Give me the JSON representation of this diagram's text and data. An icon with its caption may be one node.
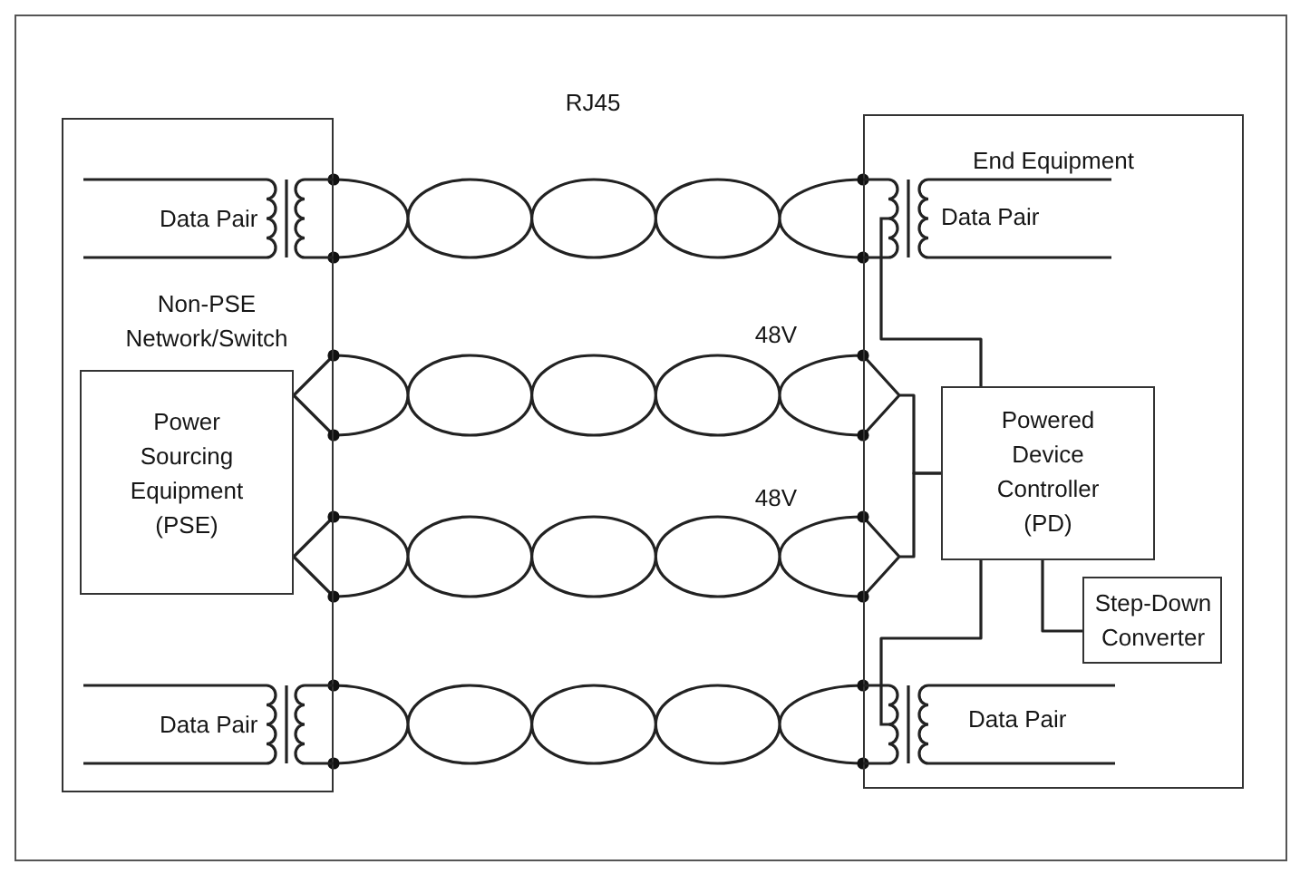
{
  "diagram": {
    "nodes": [
      {
        "text": [
          "Non-PSE Network/Switch"
        ]
      },
      {
        "text": [
          "Data Pair"
        ],
        "in": 0
      },
      {
        "text": [
          "Power Sourcing Equipment (PSE)"
        ],
        "in": 0
      },
      {
        "text": [
          "Data Pair"
        ],
        "in": 0
      },
      {
        "text": [
          "End Equipment"
        ]
      },
      {
        "text": [
          "Data Pair"
        ],
        "in": 4
      },
      {
        "text": [
          "Powered Device Controller (PD)"
        ],
        "in": 4
      },
      {
        "text": [
          "Step-Down Converter"
        ],
        "in": 4
      },
      {
        "text": [
          "Data Pair"
        ],
        "in": 4
      }
    ],
    "edges": [
      {
        "from": 1,
        "to": 5,
        "arrow": "none"
      },
      {
        "from": 2,
        "to": 6,
        "arrow": "none",
        "label": "48V"
      },
      {
        "from": 2,
        "to": 6,
        "arrow": "none",
        "label": "48V"
      },
      {
        "from": 3,
        "to": 8,
        "arrow": "none"
      },
      {
        "from": 6,
        "to": 7,
        "arrow": "none"
      },
      {
        "from": 6,
        "to": 5,
        "arrow": "none"
      },
      {
        "from": 6,
        "to": 8,
        "arrow": "none"
      }
    ],
    "labels": [
      "RJ45"
    ]
  }
}
